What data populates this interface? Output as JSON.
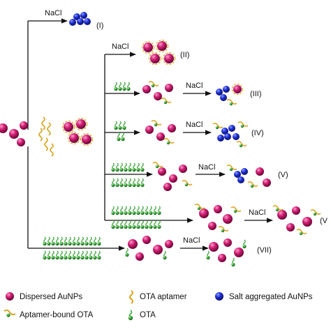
{
  "labels": {
    "salt": "NaCl",
    "step_1": "(I)",
    "step_2": "(II)",
    "step_3": "(III)",
    "step_4": "(IV)",
    "step_5": "(V)",
    "step_6": "(V",
    "step_7": "(VII)"
  },
  "legend": {
    "dispersed_aunps": "Dispersed AuNPs",
    "ota_aptamer": "OTA aptamer",
    "salt_aggregated_aunps": "Salt aggregated AuNPs",
    "aptamer_bound_ota": "Aptamer-bound OTA",
    "ota": "OTA"
  },
  "colors": {
    "aunp": "#c8186e",
    "aggregated": "#1f2fd6",
    "aptamer": "#d9a21a",
    "ota": "#3aa53a"
  }
}
